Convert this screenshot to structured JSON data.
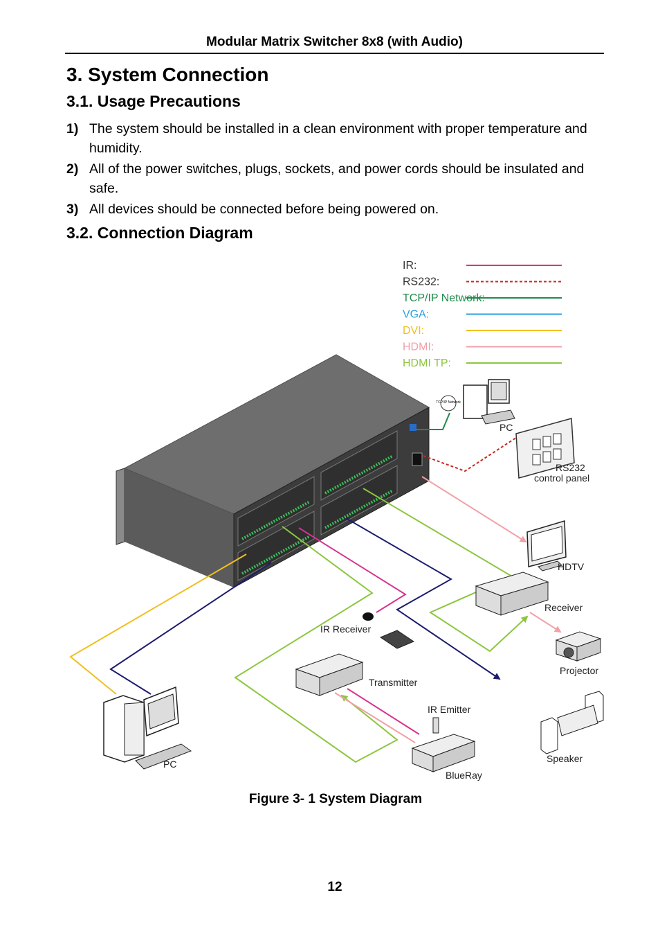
{
  "header": {
    "title": "Modular Matrix Switcher 8x8 (with Audio)"
  },
  "section": {
    "title": "3. System Connection"
  },
  "precautions": {
    "title": "3.1. Usage Precautions",
    "items": [
      {
        "num": "1)",
        "text": "The system should be installed in a clean environment with proper temperature and humidity."
      },
      {
        "num": "2)",
        "text": "All of the power switches, plugs, sockets, and power cords should be insulated and safe."
      },
      {
        "num": "3)",
        "text": "All devices should be connected before being powered on."
      }
    ]
  },
  "diagram": {
    "title": "3.2. Connection Diagram",
    "legend": [
      {
        "label": "IR:",
        "color": "#d6338f",
        "label_color": "#333333",
        "style": "solid"
      },
      {
        "label": "RS232:",
        "color": "#c8281e",
        "label_color": "#333333",
        "style": "dashed"
      },
      {
        "label": "TCP/IP Network:",
        "color": "#1f8a4a",
        "label_color": "#1f8a4a",
        "style": "solid"
      },
      {
        "label": "VGA:",
        "color": "#2aa0e0",
        "label_color": "#2aa0e0",
        "style": "solid"
      },
      {
        "label": "DVI:",
        "color": "#f0c020",
        "label_color": "#f0c020",
        "style": "solid"
      },
      {
        "label": "HDMI:",
        "color": "#f2a0a8",
        "label_color": "#f2a0a8",
        "style": "solid"
      },
      {
        "label": "HDMI TP:",
        "color": "#8cc63f",
        "label_color": "#8cc63f",
        "style": "solid"
      }
    ],
    "devices": {
      "pc_top": "PC",
      "tcp_badge": "TCP/IP Network",
      "rs232_panel": [
        "RS232",
        "control panel"
      ],
      "hdtv": "HDTV",
      "receiver": "Receiver",
      "projector": "Projector",
      "ir_receiver": "IR Receiver",
      "transmitter": "Transmitter",
      "ir_emitter": "IR Emitter",
      "speaker": "Speaker",
      "blueray": "BlueRay",
      "pc_bottom": "PC"
    },
    "colors": {
      "audio_line": "#1c1c6e",
      "chassis": "#555555",
      "chassis_top": "#6e6e6e",
      "chassis_face": "#3c3c3c"
    }
  },
  "figure": {
    "caption": "Figure 3- 1 System Diagram"
  },
  "footer": {
    "page_number": "12"
  }
}
